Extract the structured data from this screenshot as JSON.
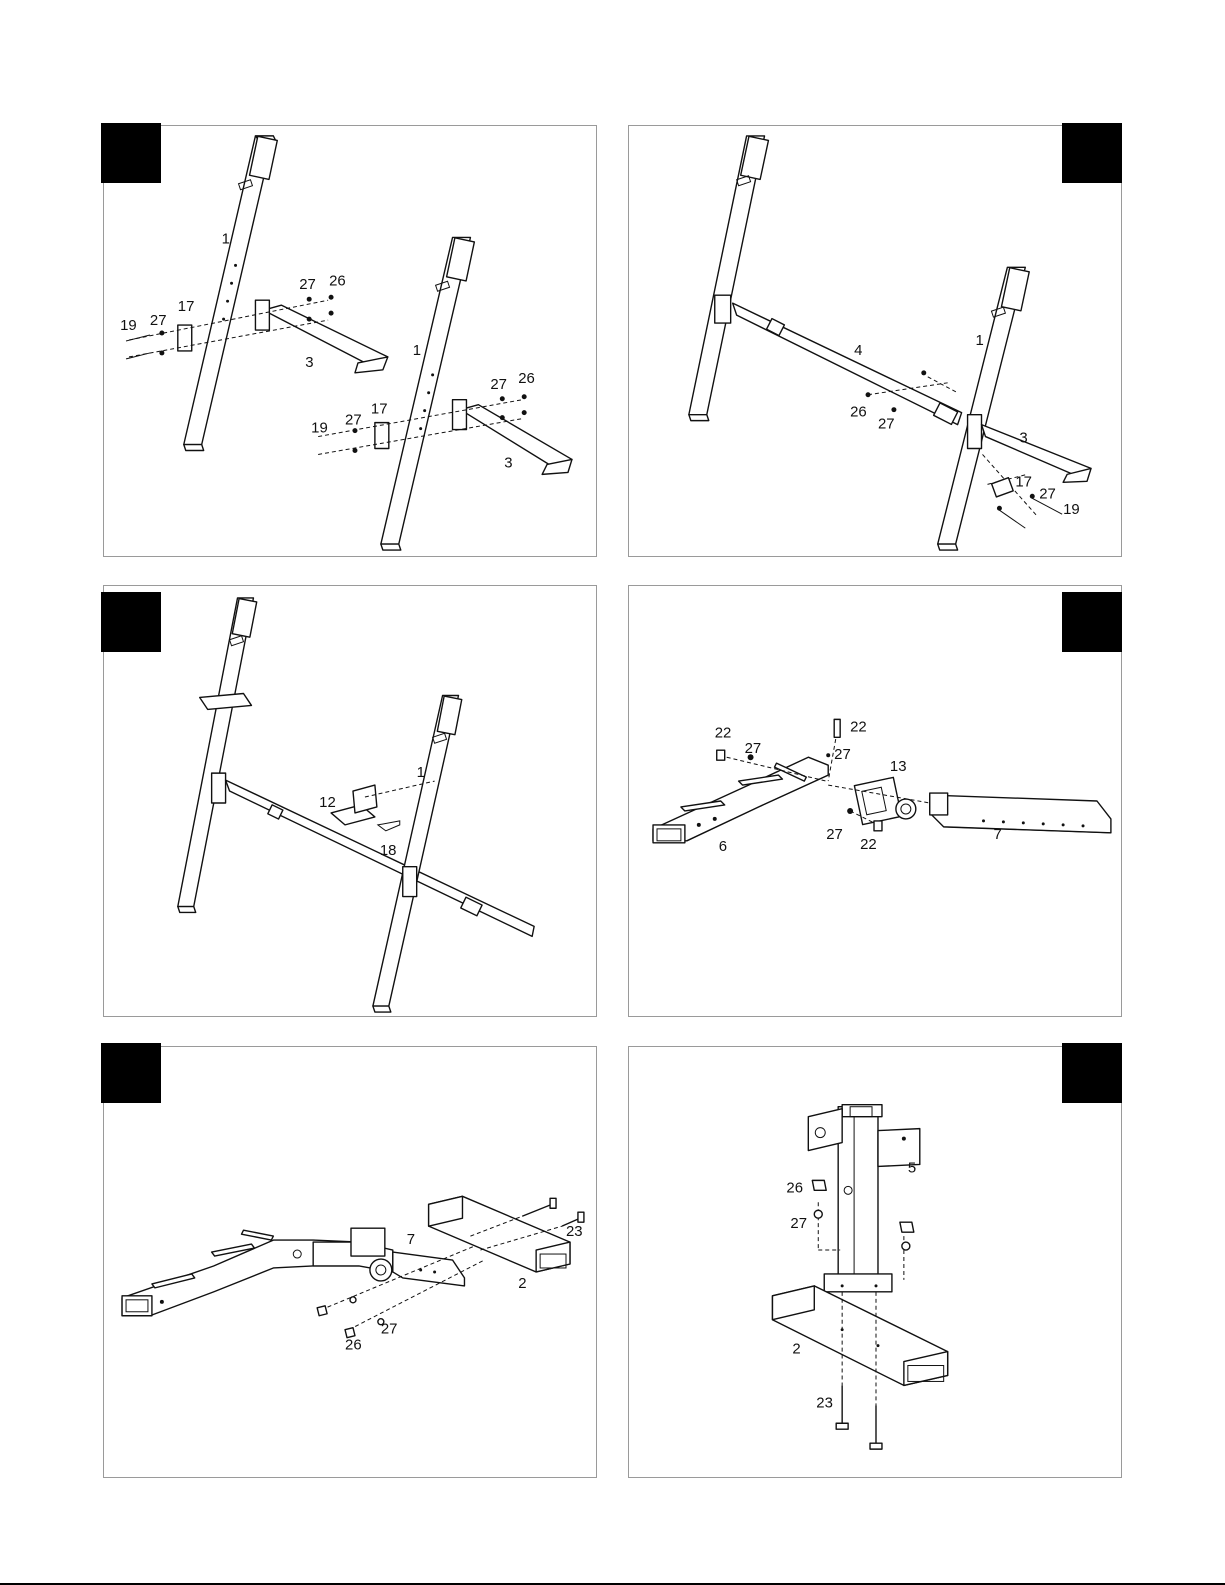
{
  "panels": [
    {
      "id": "p1",
      "labels": [
        "1",
        "27",
        "26",
        "19",
        "27",
        "17",
        "3",
        "1",
        "27",
        "26",
        "19",
        "27",
        "17",
        "3"
      ]
    },
    {
      "id": "p2",
      "labels": [
        "4",
        "1",
        "26",
        "27",
        "3",
        "17",
        "27",
        "19"
      ]
    },
    {
      "id": "p3",
      "labels": [
        "12",
        "1",
        "18"
      ]
    },
    {
      "id": "p4",
      "labels": [
        "22",
        "27",
        "22",
        "27",
        "13",
        "27",
        "22",
        "6",
        "7"
      ]
    },
    {
      "id": "p5",
      "labels": [
        "23",
        "7",
        "2",
        "27",
        "26"
      ]
    },
    {
      "id": "p6",
      "labels": [
        "5",
        "26",
        "27",
        "2",
        "23"
      ]
    }
  ],
  "colors": {
    "ink": "#111111",
    "border": "#9a9a9a",
    "tab": "#000000"
  }
}
